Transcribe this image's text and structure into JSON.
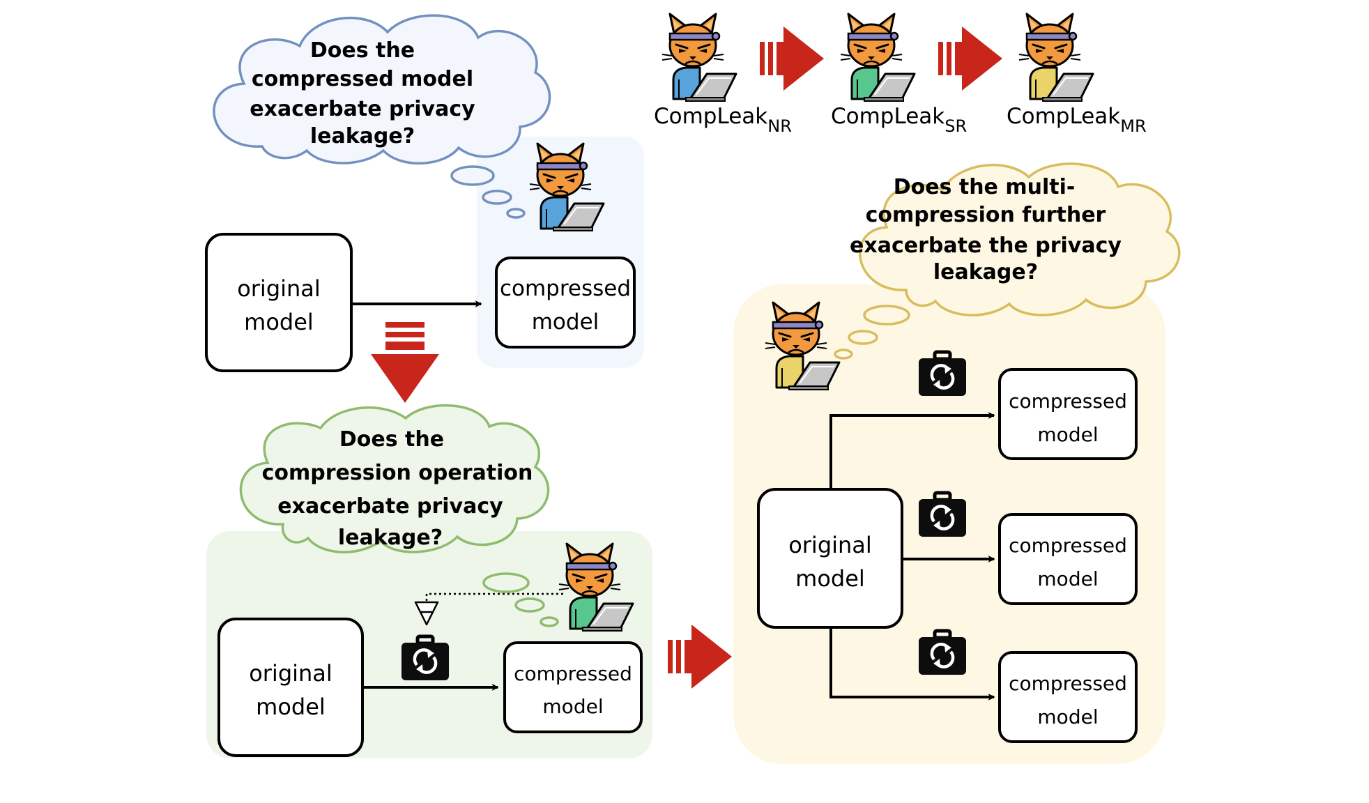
{
  "colors": {
    "arrow_red": "#c8251b",
    "blue_panel": "#f2f7fd",
    "green_panel": "#eef6ea",
    "yellow_panel": "#fdf7e4",
    "cloud_blue": "#7391bf",
    "cloud_green": "#8fbb6e",
    "cloud_yellow": "#d8bd5e",
    "cat_orange": "#f39a3e",
    "shirt_blue": "#58a3dc",
    "shirt_green": "#57c78e",
    "shirt_yellow": "#ead46a"
  },
  "icons": {
    "attacker": "cat-hacker-with-laptop-icon",
    "compression": "briefcase-sync-icon",
    "stage_arrow": "double-bar-red-arrow"
  },
  "legend": [
    {
      "base": "CompLeak",
      "sub": "NR"
    },
    {
      "base": "CompLeak",
      "sub": "SR"
    },
    {
      "base": "CompLeak",
      "sub": "MR"
    }
  ],
  "nr": {
    "question": [
      "Does the",
      "compressed model",
      "exacerbate privacy",
      "leakage?"
    ],
    "original": [
      "original",
      "model"
    ],
    "compressed": [
      "compressed",
      "model"
    ]
  },
  "sr": {
    "question": [
      "Does the",
      "compression operation",
      "exacerbate privacy",
      "leakage?"
    ],
    "original": [
      "original",
      "model"
    ],
    "compressed": [
      "compressed",
      "model"
    ]
  },
  "mr": {
    "question": [
      "Does the multi-",
      "compression further",
      "exacerbate the privacy",
      "leakage?"
    ],
    "original": [
      "original",
      "model"
    ],
    "compressed": [
      [
        "compressed",
        "model"
      ],
      [
        "compressed",
        "model"
      ],
      [
        "compressed",
        "model"
      ]
    ]
  }
}
